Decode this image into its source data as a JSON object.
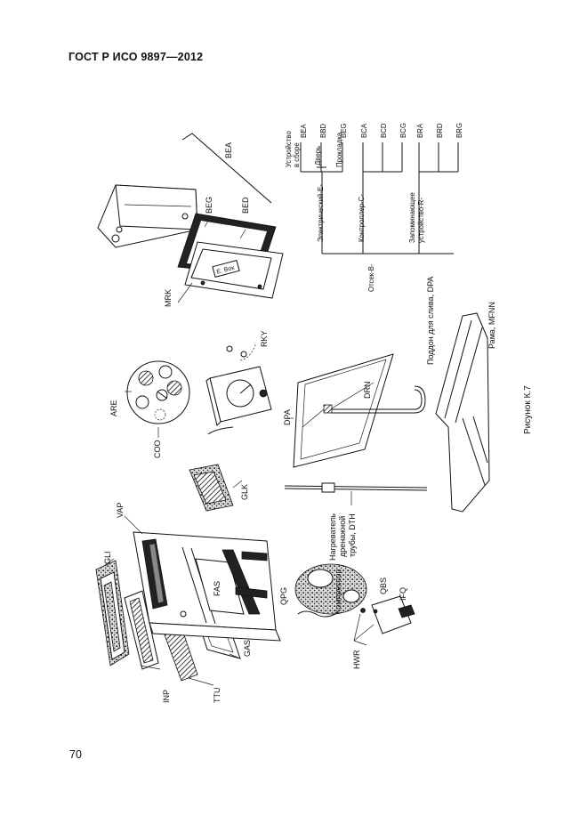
{
  "header": {
    "standard": "ГОСТ Р ИСО 9897—2012"
  },
  "page_number": "70",
  "figure": {
    "caption": "Рисунок К.7",
    "labels": {
      "gli": "GLI",
      "vap": "VAP",
      "fas": "FAS",
      "qpg": "QPG",
      "gas": "GAS",
      "ttu": "TTU",
      "inp": "INP",
      "hwr": "HWR",
      "qbs": "QBS",
      "ifq": "IFQ",
      "compressor": "Компрессор",
      "dth": [
        "Нагреватель",
        "дренажной",
        "трубы, DTH"
      ],
      "glk": "GLK",
      "coo": "COO",
      "are": "ARE",
      "dpa": "DPA",
      "drn": "DRN",
      "rky": "RKY",
      "mrk": "MRK",
      "beg": "BEG",
      "bed": "BED",
      "bea": "BEA",
      "tray": "Поддон для слива, DPA",
      "frame": "Рама, MFNN"
    },
    "tree": {
      "root": "Отсек-В-",
      "e_branch": "Электрический-Е-",
      "c_branch": "Контроллер-С-",
      "r_branch": [
        "Запоминающее",
        "устройство-R-"
      ],
      "e_sub_assembly": [
        "Устройство",
        "в сборе"
      ],
      "e_sub_door": "Дверь",
      "e_sub_gasket": "Прокладка",
      "codes_e": [
        "BEA",
        "BBD",
        "BEG"
      ],
      "codes_c": [
        "BCA",
        "BCD",
        "BCG"
      ],
      "codes_r": [
        "BRA",
        "BRD",
        "BRG"
      ]
    }
  }
}
